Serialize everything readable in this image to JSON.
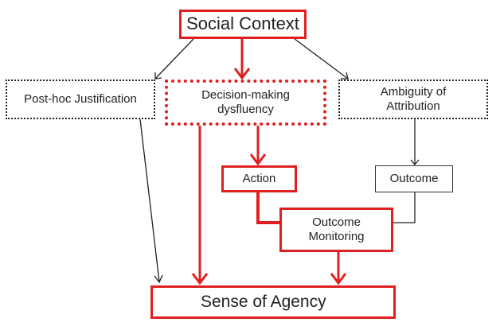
{
  "nodes": {
    "social_context": "Social Context",
    "post_hoc": "Post-hoc Justification",
    "decision_line1": "Decision-making",
    "decision_line2": "dysfluency",
    "ambiguity_line1": "Ambiguity of",
    "ambiguity_line2": "Attribution",
    "action": "Action",
    "outcome": "Outcome",
    "monitoring_line1": "Outcome",
    "monitoring_line2": "Monitoring",
    "sense_of_agency": "Sense of Agency"
  },
  "colors": {
    "red": "#e02020",
    "black": "#222222"
  }
}
